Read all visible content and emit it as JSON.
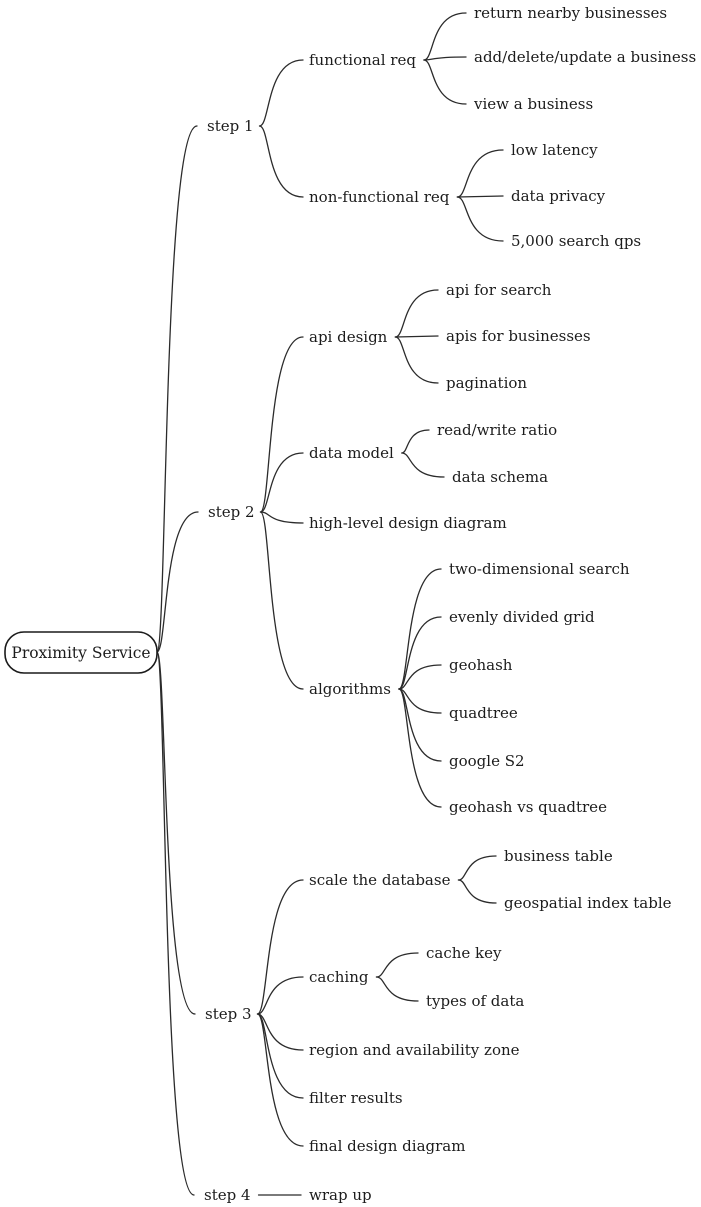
{
  "root": "Proximity Service",
  "steps": [
    {
      "label": "step 1",
      "children": [
        {
          "label": "functional req",
          "children": [
            "return nearby businesses",
            "add/delete/update a business",
            "view a business"
          ]
        },
        {
          "label": "non-functional req",
          "children": [
            "low latency",
            "data privacy",
            "5,000 search qps"
          ]
        }
      ]
    },
    {
      "label": "step 2",
      "children": [
        {
          "label": "api design",
          "children": [
            "api for search",
            "apis for businesses",
            "pagination"
          ]
        },
        {
          "label": "data model",
          "children": [
            "read/write ratio",
            "data schema"
          ]
        },
        {
          "label": "high-level design diagram",
          "children": []
        },
        {
          "label": "algorithms",
          "children": [
            "two-dimensional search",
            "evenly divided grid",
            "geohash",
            "quadtree",
            "google S2",
            "geohash vs quadtree"
          ]
        }
      ]
    },
    {
      "label": "step 3",
      "children": [
        {
          "label": "scale the database",
          "children": [
            "business table",
            "geospatial index table"
          ]
        },
        {
          "label": "caching",
          "children": [
            "cache key",
            "types of data"
          ]
        },
        {
          "label": "region and availability zone",
          "children": []
        },
        {
          "label": "filter results",
          "children": []
        },
        {
          "label": "final design diagram",
          "children": []
        }
      ]
    },
    {
      "label": "step 4",
      "children": [
        {
          "label": "wrap up",
          "children": []
        }
      ]
    }
  ]
}
